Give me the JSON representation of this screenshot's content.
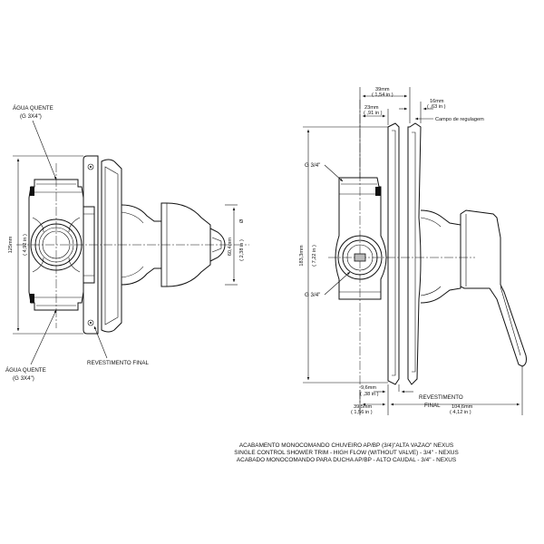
{
  "left_view": {
    "label_top": "ÁGUA QUENTE",
    "label_top_sub": "(G 3X4\")",
    "label_bottom": "ÁGUA QUENTE",
    "label_bottom_sub": "(G 3X4\")",
    "label_trim": "REVESTIMENTO FINAL",
    "height_mm": "125mm",
    "height_in": "( 4,92 in )",
    "dia_mm": "60,4mm",
    "dia_in": "( 2,38 in )",
    "dia_symbol": "Ø"
  },
  "right_view": {
    "dim_39": "39mm",
    "dim_39_in": "( 1,54 in )",
    "dim_23": "23mm",
    "dim_23_in": "( ,91 in )",
    "dim_16": "16mm",
    "dim_16_in": "( ,63 in )",
    "label_adjust": "Campo de regulagem",
    "label_g_top": "G 3/4\"",
    "label_g_bottom": "G 3/4\"",
    "height_mm": "183,3mm",
    "height_in": "( 7,22 in )",
    "dim_96": "9,6mm",
    "dim_96_in": "( ,38 in )",
    "dim_395": "39,5mm",
    "dim_395_in": "( 1,56 in )",
    "dim_1046": "104,6mm",
    "dim_1046_in": "( 4,12 in )",
    "label_trim_1": "REVESTIMENTO",
    "label_trim_2": "FINAL"
  },
  "caption": {
    "line1": "ACABAMENTO MONOCOMANDO CHUVEIRO AP/BP (3/4)\"ALTA VAZAO\" NEXUS",
    "line2": "SINGLE CONTROL SHOWER TRIM - HIGH FLOW (WITHOUT VALVE) - 3/4\" - NEXUS",
    "line3": "ACABADO MONOCOMANDO PARA DUCHA AP/BP - ALTO CAUDAL - 3/4\" - NEXUS"
  }
}
